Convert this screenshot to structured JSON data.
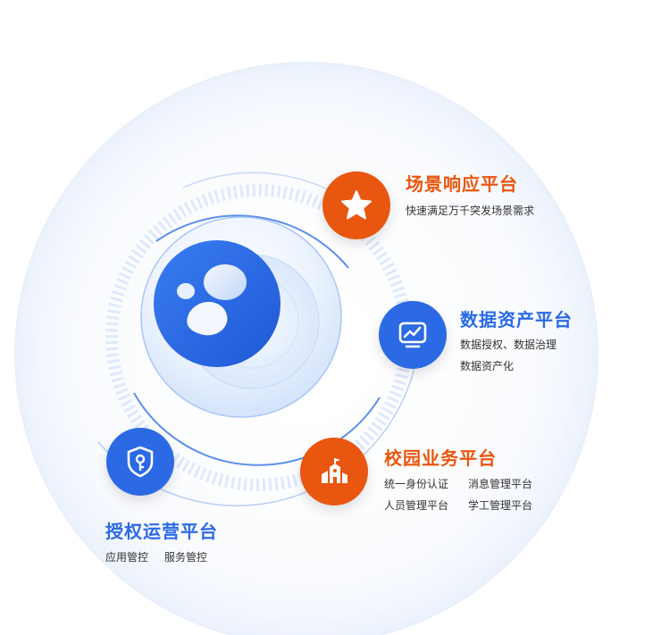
{
  "colors": {
    "orange": "#e9560f",
    "blue": "#2b6ae4",
    "ring_light": "#dde8fb",
    "center_blue": "#2c6de6"
  },
  "center": {
    "logo": "logo-icon"
  },
  "nodes": [
    {
      "id": "scene",
      "title": "场景响应平台",
      "color": "orange",
      "icon": "star-icon",
      "lines": [
        [
          "快速满足万千突发场景需求"
        ]
      ]
    },
    {
      "id": "data",
      "title": "数据资产平台",
      "color": "blue",
      "icon": "chart-icon",
      "lines": [
        [
          "数据授权、数据治理"
        ],
        [
          "数据资产化"
        ]
      ]
    },
    {
      "id": "campus",
      "title": "校园业务平台",
      "color": "orange",
      "icon": "building-icon",
      "lines": [
        [
          "统一身份认证",
          "消息管理平台"
        ],
        [
          "人员管理平台",
          "学工管理平台"
        ]
      ]
    },
    {
      "id": "auth",
      "title": "授权运营平台",
      "color": "blue",
      "icon": "shield-key-icon",
      "lines": [
        [
          "应用管控",
          "服务管控"
        ]
      ]
    }
  ]
}
